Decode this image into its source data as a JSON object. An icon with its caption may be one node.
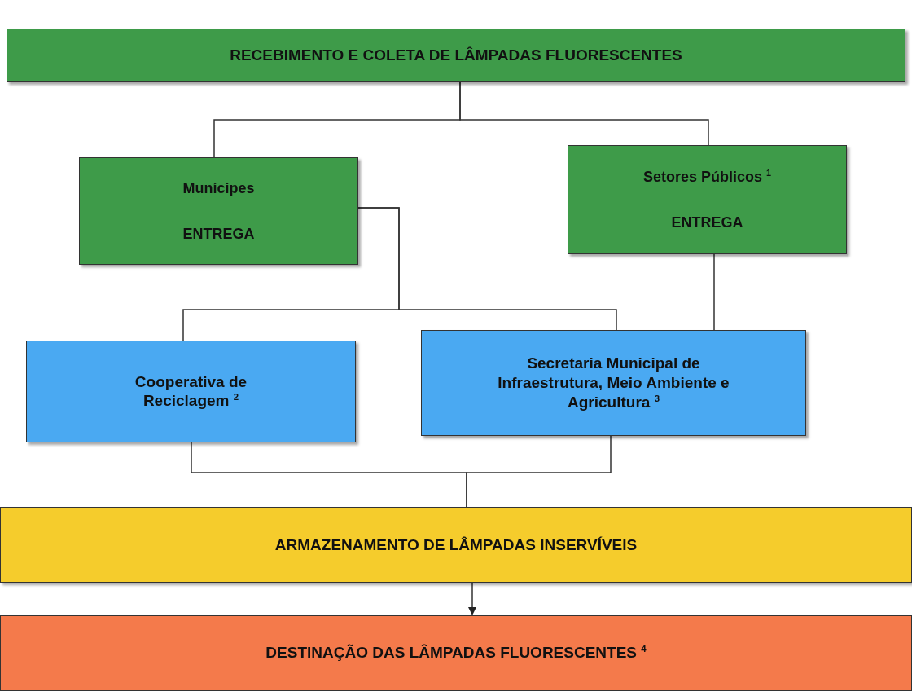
{
  "diagram": {
    "nodes": [
      {
        "text": [
          "RECEBIMENTO E COLETA DE LÂMPADAS FLUORESCENTES"
        ]
      },
      {
        "text": [
          "Munícipes",
          "ENTREGA"
        ]
      },
      {
        "text": [
          "Setores Públicos $^{1}$",
          "ENTREGA"
        ]
      },
      {
        "text": [
          "Cooperativa de Reciclagem $^{2}$"
        ]
      },
      {
        "text": [
          "Secretaria Municipal de Infraestrutura, Meio Ambiente e Agricultura $^{3}$"
        ]
      },
      {
        "text": [
          "ARMAZENAMENTO DE LÂMPADAS INSERVÍVEIS"
        ]
      },
      {
        "text": [
          "DESTINAÇÃO DAS LÂMPADAS FLUORESCENTES $^{4}$"
        ]
      }
    ],
    "edges": [
      {
        "from": 0,
        "to": 1,
        "arrow": "none"
      },
      {
        "from": 0,
        "to": 2,
        "arrow": "none"
      },
      {
        "from": 1,
        "to": 3,
        "arrow": "none"
      },
      {
        "from": 1,
        "to": 4,
        "arrow": "none"
      },
      {
        "from": 2,
        "to": 4,
        "arrow": "none"
      },
      {
        "from": 3,
        "to": 5,
        "arrow": "none"
      },
      {
        "from": 4,
        "to": 5,
        "arrow": "none"
      },
      {
        "from": 5,
        "to": 6,
        "arrow": "to"
      }
    ]
  }
}
